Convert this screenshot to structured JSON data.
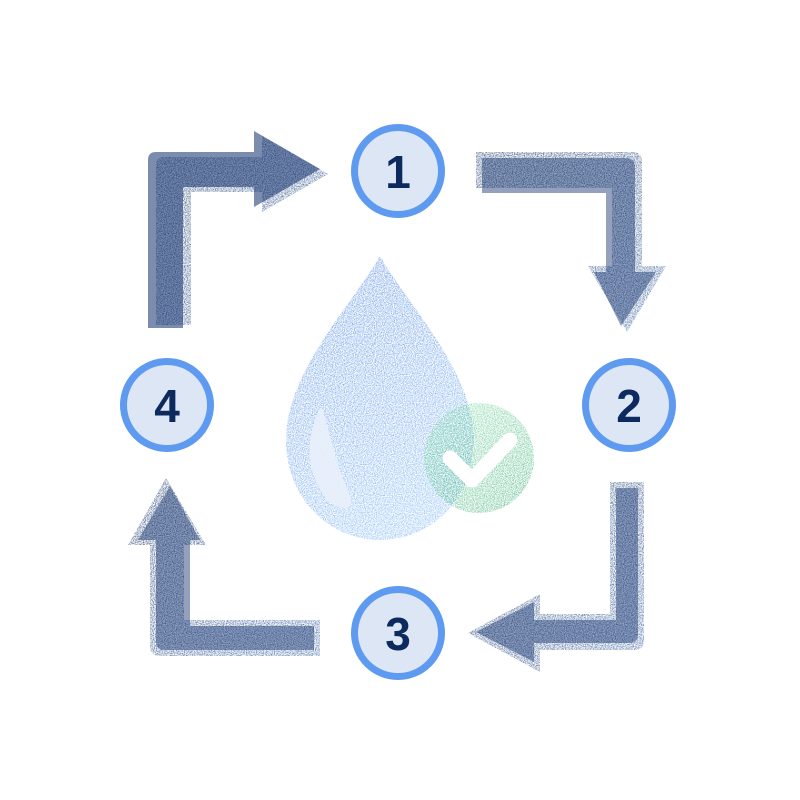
{
  "steps": [
    {
      "number": "1"
    },
    {
      "number": "2"
    },
    {
      "number": "3"
    },
    {
      "number": "4"
    }
  ],
  "center": {
    "drop_icon": "water-drop-icon",
    "badge_icon": "checkmark-icon"
  },
  "colors": {
    "background": "#ffffff",
    "arrow_dark": "#0e2c66",
    "arrow_mid": "#16418a",
    "circle_fill": "#dde6f5",
    "circle_ring": "#5d9af0",
    "number_text": "#0d2a5e",
    "drop_top": "#2f6fd8",
    "drop_bottom": "#64a6f2",
    "badge_light": "#6fd89a",
    "badge_dark": "#1ea561",
    "check": "#ffffff"
  }
}
